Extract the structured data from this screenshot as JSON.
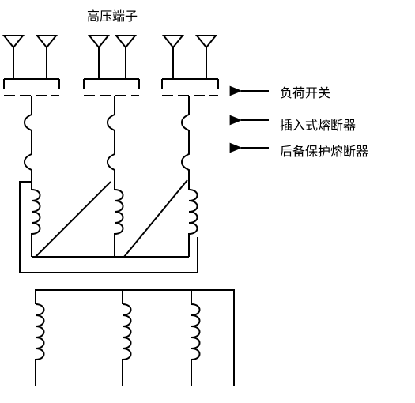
{
  "labels": {
    "hv_terminals": "高压端子",
    "load_switch": "负荷开关",
    "plug_in_fuse": "插入式熔断器",
    "backup_fuse": "后备保护熔断器"
  },
  "colors": {
    "line": "#000000",
    "background": "#ffffff"
  },
  "phase_count": 3
}
